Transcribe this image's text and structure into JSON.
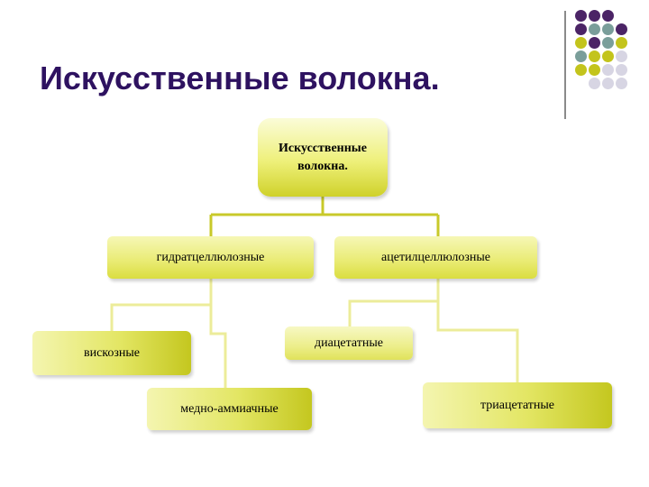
{
  "slide": {
    "title": "Искусственные волокна."
  },
  "diagram": {
    "root": "Искусственные волокна.",
    "branches": [
      {
        "label": "гидратцеллюлозные",
        "children": [
          "вискозные",
          "медно-аммиачные"
        ]
      },
      {
        "label": "ацетилцеллюлозные",
        "children": [
          "диацетатные",
          "триацетатные"
        ]
      }
    ]
  },
  "colors": {
    "title": "#2e1260",
    "connector_dark": "#c8c92a",
    "connector_light": "#ecec9a",
    "dot_purple": "#4b2466",
    "dot_teal": "#7a9e9a",
    "dot_olive": "#c3c41c",
    "dot_lavender": "#d7d5e3"
  },
  "decoration": {
    "dot_grid": [
      [
        "purple",
        "purple",
        "purple",
        null
      ],
      [
        "purple",
        "teal",
        "teal",
        "purple"
      ],
      [
        "olive",
        "purple",
        "teal",
        "olive"
      ],
      [
        "teal",
        "olive",
        "olive",
        "lavender"
      ],
      [
        "olive",
        "olive",
        "lavender",
        "lavender"
      ],
      [
        null,
        "lavender",
        "lavender",
        "lavender"
      ]
    ]
  }
}
